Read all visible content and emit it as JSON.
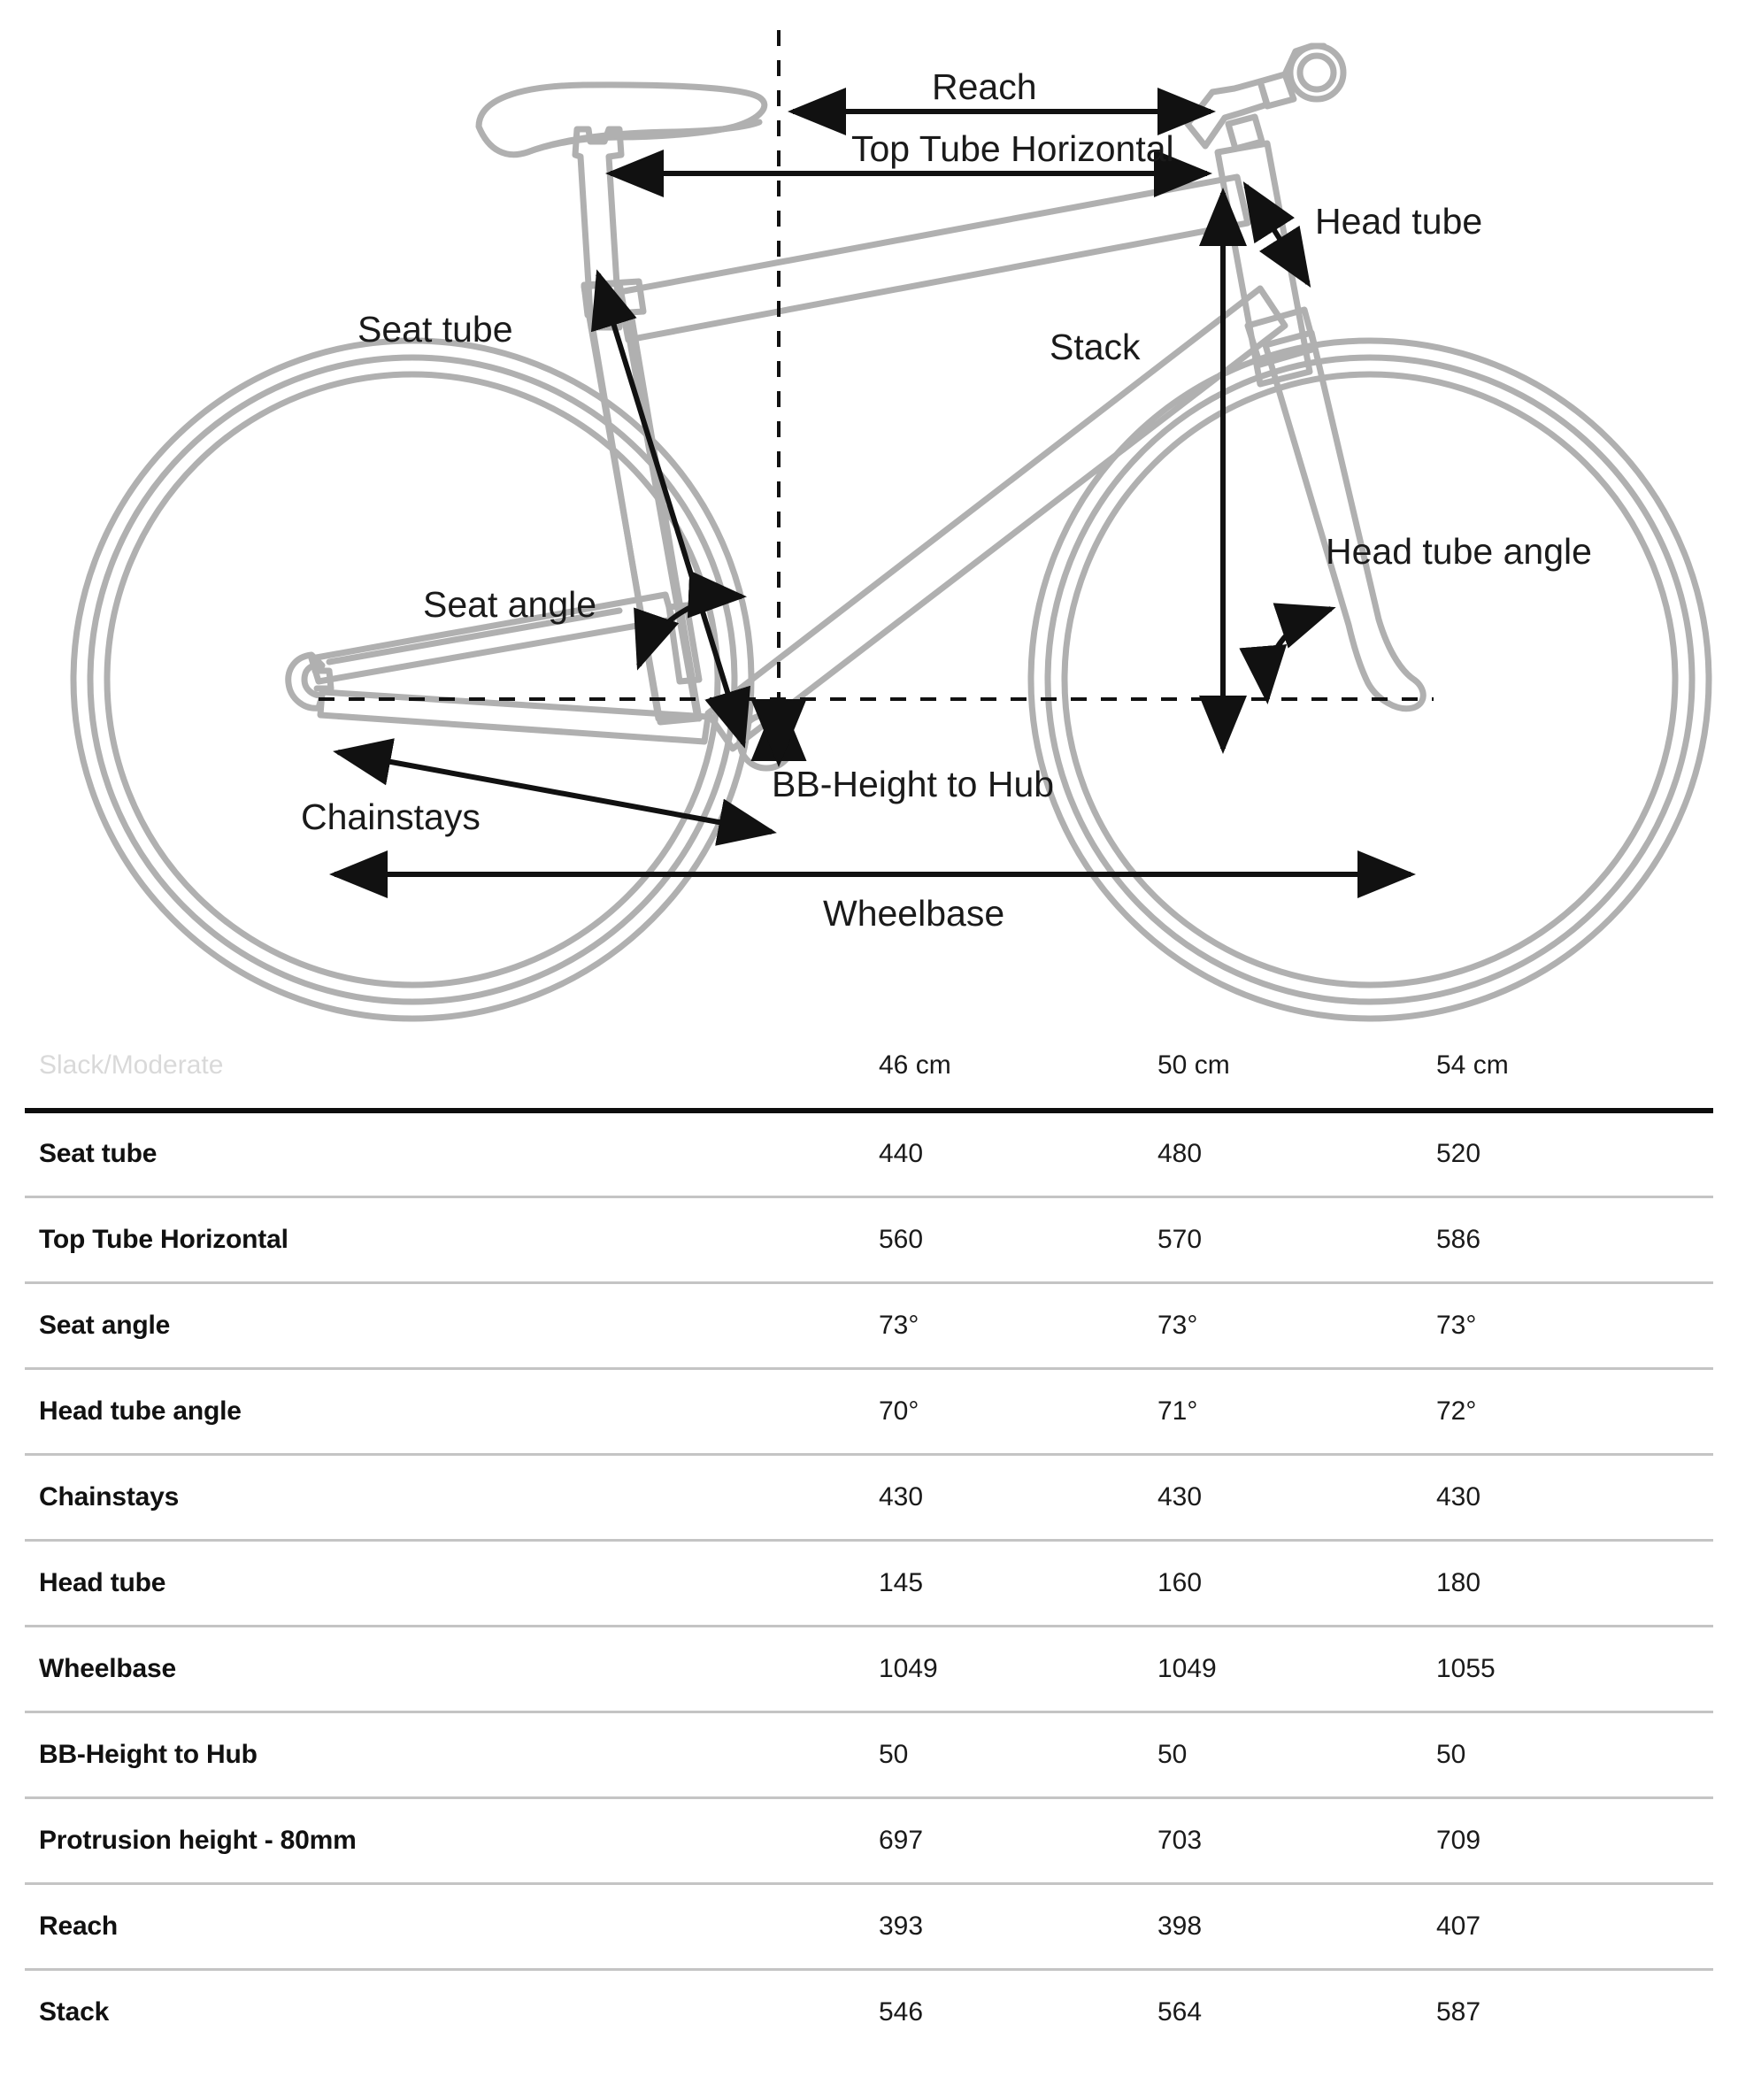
{
  "diagram": {
    "alt": "bicycle-geometry-diagram",
    "frame_color": "#b0b0b0",
    "annotation_color": "#111111",
    "labels": {
      "reach": "Reach",
      "top_tube_horizontal": "Top Tube Horizontal",
      "head_tube": "Head tube",
      "stack": "Stack",
      "head_tube_angle": "Head tube angle",
      "seat_tube": "Seat tube",
      "seat_angle": "Seat angle",
      "bb_height_to_hub": "BB-Height to Hub",
      "chainstays": "Chainstays",
      "wheelbase": "Wheelbase"
    }
  },
  "table": {
    "header": {
      "variant": "Slack/Moderate",
      "sizes": [
        "46 cm",
        "50 cm",
        "54 cm"
      ]
    },
    "rows": [
      {
        "label": "Seat tube",
        "values": [
          "440",
          "480",
          "520"
        ]
      },
      {
        "label": "Top Tube Horizontal",
        "values": [
          "560",
          "570",
          "586"
        ]
      },
      {
        "label": "Seat angle",
        "values": [
          "73°",
          "73°",
          "73°"
        ]
      },
      {
        "label": "Head tube angle",
        "values": [
          "70°",
          "71°",
          "72°"
        ]
      },
      {
        "label": "Chainstays",
        "values": [
          "430",
          "430",
          "430"
        ]
      },
      {
        "label": "Head tube",
        "values": [
          "145",
          "160",
          "180"
        ]
      },
      {
        "label": "Wheelbase",
        "values": [
          "1049",
          "1049",
          "1055"
        ]
      },
      {
        "label": "BB-Height to Hub",
        "values": [
          "50",
          "50",
          "50"
        ]
      },
      {
        "label": "Protrusion height - 80mm",
        "values": [
          "697",
          "703",
          "709"
        ]
      },
      {
        "label": "Reach",
        "values": [
          "393",
          "398",
          "407"
        ]
      },
      {
        "label": "Stack",
        "values": [
          "546",
          "564",
          "587"
        ]
      }
    ]
  },
  "colors": {
    "rule_strong": "#0d0d0d",
    "rule_light": "#c4c4c4",
    "muted_text": "#d9d9d9"
  }
}
